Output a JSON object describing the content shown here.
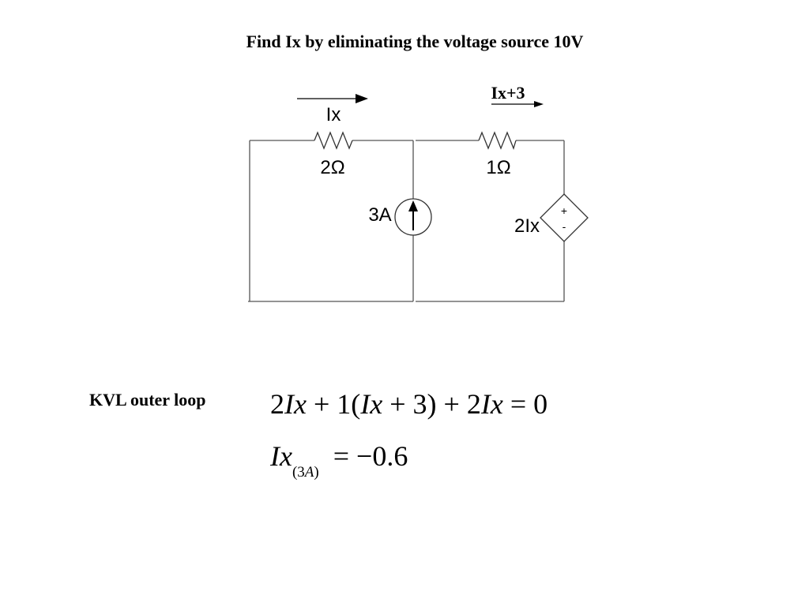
{
  "title": "Find Ix by eliminating the voltage source 10V",
  "circuit": {
    "current_left_label": "Ix",
    "current_right_label": "Ix+3",
    "resistor_left_label": "2Ω",
    "resistor_right_label": "1Ω",
    "current_source_label": "3A",
    "dependent_source_label": "2Ix",
    "plus_sign": "+",
    "minus_sign": "-"
  },
  "analysis": {
    "loop_label": "KVL outer loop",
    "eq1": {
      "c1": "2",
      "v1": "Ix",
      "op1": " + ",
      "c2": "1(",
      "v2": "Ix",
      "mid": " + 3) + ",
      "c3": "2",
      "v3": "Ix",
      "rhs": " = 0"
    },
    "eq2": {
      "lhs": "Ix",
      "sub_open": "(3",
      "sub_var": "A",
      "sub_close": ")",
      "rhs": "  = −0.6"
    }
  }
}
